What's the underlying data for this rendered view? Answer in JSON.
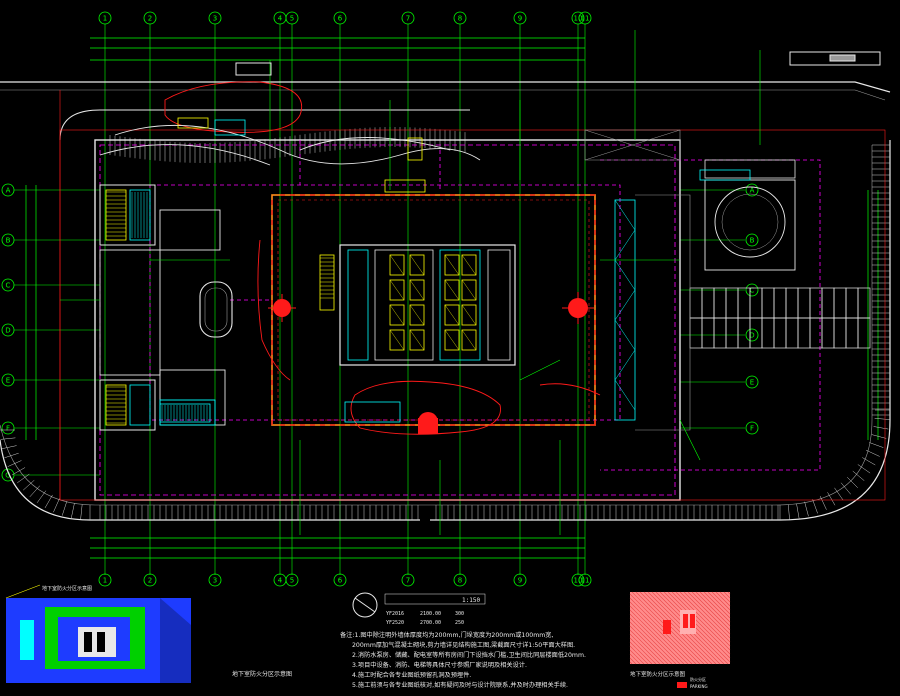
{
  "colors": {
    "background": "#000000",
    "grid_axis": "#00ff00",
    "wall_white": "#e8e8e8",
    "dash_magenta": "#ff00ff",
    "red": "#ff1a1a",
    "yellow": "#ffff00",
    "cyan": "#00ffff",
    "orange": "#ff8c1a",
    "gray": "#9a9a9a",
    "blue_fill": "#1e3cff",
    "green_fill": "#00d000"
  },
  "grid_top_labels": [
    "1",
    "2",
    "3",
    "4",
    "5",
    "6",
    "7",
    "8",
    "9",
    "10",
    "11"
  ],
  "grid_left_labels": [
    "A",
    "B",
    "C",
    "D",
    "E",
    "F",
    "G"
  ],
  "grid_right_labels": [
    "A",
    "B",
    "C",
    "D",
    "E",
    "F"
  ],
  "grid_bottom_labels": [
    "1",
    "2",
    "3",
    "4",
    "5",
    "6",
    "7",
    "8",
    "9",
    "10",
    "11"
  ],
  "legend": {
    "scale": "1:150",
    "row1_code": "YF2016",
    "row1_value": "2100.00",
    "row1_extra": "300",
    "row2_code": "YF2520",
    "row2_value": "2700.00",
    "row2_extra": "250"
  },
  "notes": [
    "备注:1.图中除注明外墙体厚度均为200mm,门垛宽度为200mm或100mm宽,",
    "200mm厚加气混凝土砌块,剪力墙详见结构施工图,梁截面尺寸详1:50平面大样图.",
    "2.消防水泵房、储藏、配电室等所有房间门下设挡水门槛,卫生间比同层楼面低20mm.",
    "3.项目中设备、消防、电梯等具体尺寸参照厂家说明及相关设计.",
    "4.施工时配合各专业图纸预留孔洞及预埋件.",
    "5.施工前须与各专业图纸核对,如有疑问及时与设计院联系,并及时办理相关手续."
  ],
  "keyplan_title": "地下室防火分区示意图",
  "minimap_title": "地下室防火分区示意图",
  "minimap_legend": [
    "防火分区",
    "PARKING"
  ]
}
